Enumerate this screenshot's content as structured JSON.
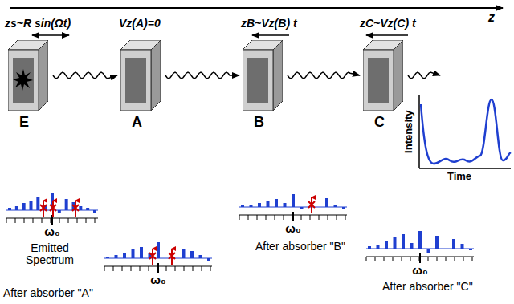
{
  "diagram": {
    "nodes": [
      {
        "text": [
          "E"
        ]
      },
      {
        "text": [
          "A"
        ]
      },
      {
        "text": [
          "B"
        ]
      },
      {
        "text": [
          "C"
        ]
      }
    ],
    "edges": [
      {
        "from": 0,
        "to": 1,
        "arrow": "to"
      },
      {
        "from": 1,
        "to": 2,
        "arrow": "to"
      },
      {
        "from": 2,
        "to": 3,
        "arrow": "to"
      }
    ],
    "labels": [
      "z",
      "zs~R sin(Ωt)",
      "Vz(A)=0",
      "zB~Vz(B) t",
      "zC~Vz(C) t",
      "Intensity",
      "Time",
      "ω₀",
      "ω₀",
      "ω₀",
      "ω₀",
      "Emitted Spectrum",
      "After absorber \"A\"",
      "After absorber \"B\"",
      "After absorber \"C\""
    ]
  }
}
